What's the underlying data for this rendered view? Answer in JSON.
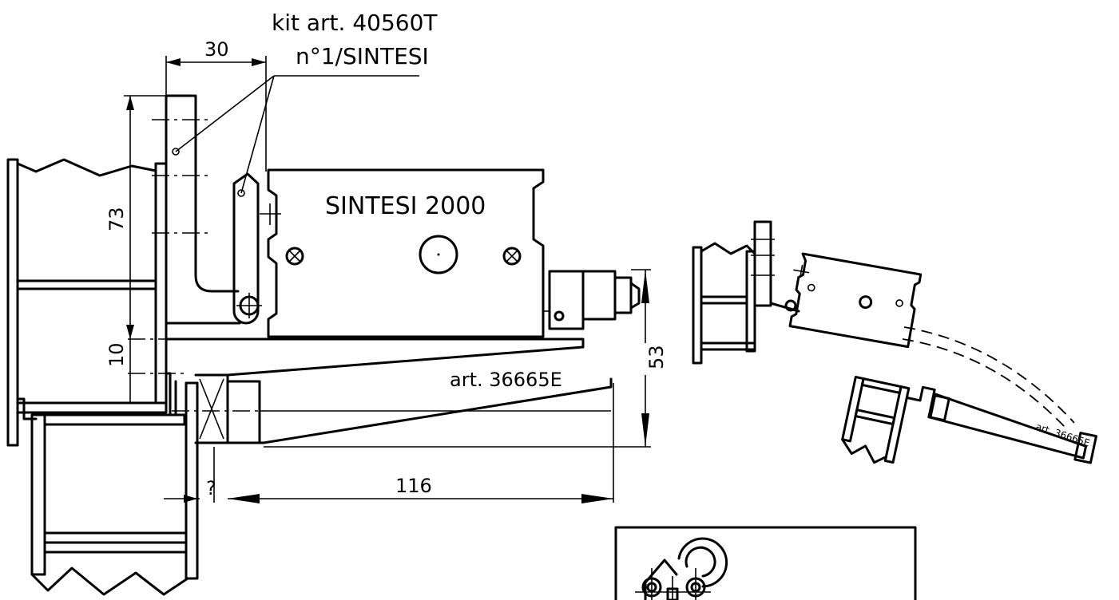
{
  "labels": {
    "kit_line1": "kit art. 40560T",
    "kit_line2": "n°1/SINTESI",
    "box_title": "SINTESI 2000",
    "art_main": "art. 36665E",
    "art_small": "art. 36665E"
  },
  "dimensions": {
    "d30": "30",
    "d73": "73",
    "d10": "10",
    "d53": "53",
    "d116": "116",
    "gap": "?"
  }
}
